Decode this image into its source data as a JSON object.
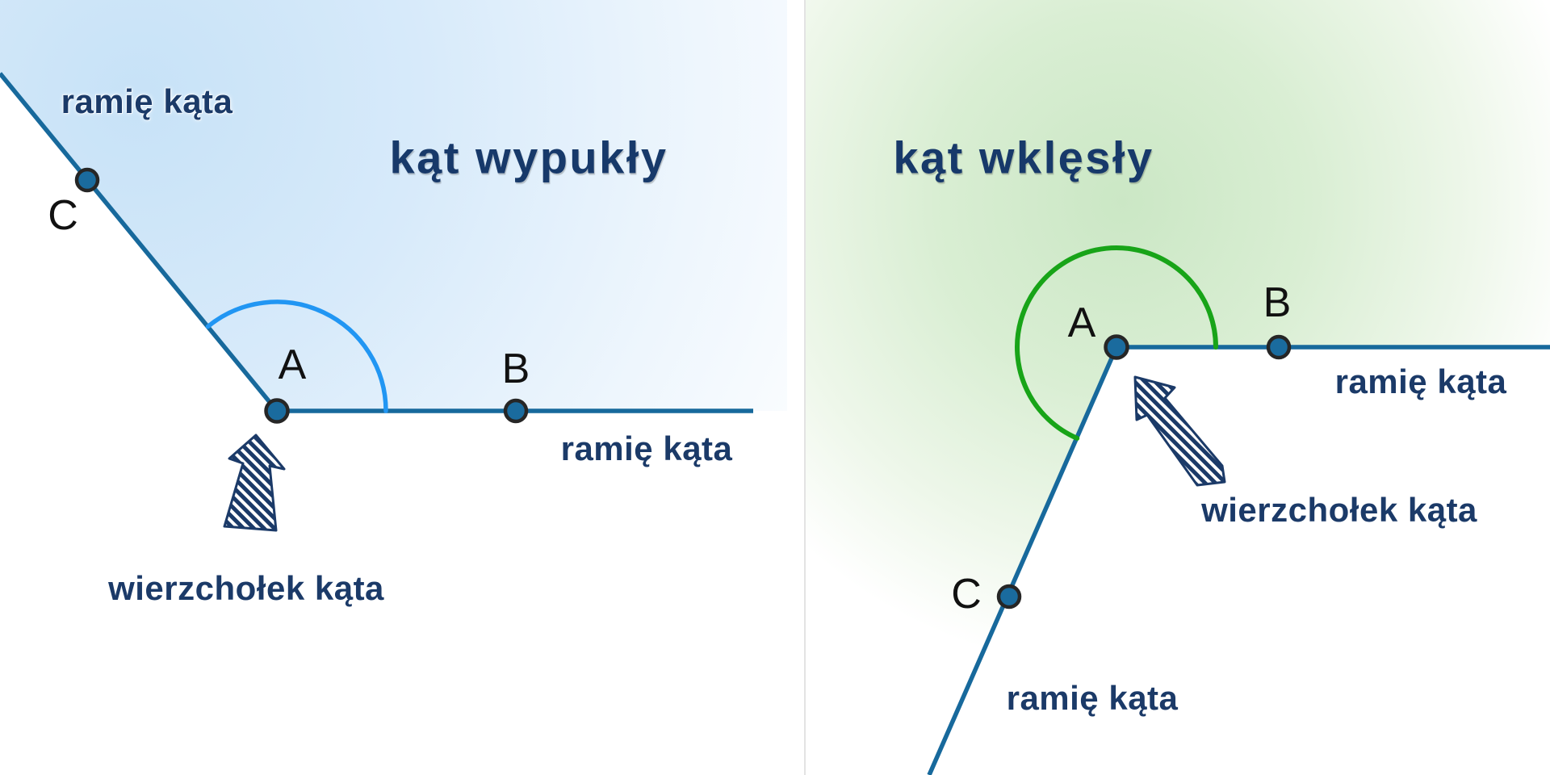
{
  "left_panel": {
    "title": "kąt wypukły",
    "arm_top_label": "ramię kąta",
    "arm_right_label": "ramię kąta",
    "vertex_caption": "wierzchołek kąta",
    "point_a": "A",
    "point_b": "B",
    "point_c": "C",
    "angle_kind": "convex, ~130°"
  },
  "right_panel": {
    "title": "kąt wklęsły",
    "arm_right_label": "ramię kąta",
    "arm_bottom_label": "ramię kąta",
    "vertex_caption": "wierzchołek kąta",
    "point_a": "A",
    "point_b": "B",
    "point_c": "C",
    "angle_kind": "reflex, ~246°"
  },
  "colors": {
    "label_navy": "#1b3a68",
    "title_navy": "#17396a",
    "ray_teal": "#17699c",
    "point_fill": "#1a6b9e",
    "point_ring": "#262626",
    "convex_arc_blue": "#2196f3",
    "reflex_arc_green": "#18a418",
    "convex_fill": "#c7e2f7",
    "reflex_fill": "#cbe7c5",
    "divider_gray": "#e3e3e3"
  }
}
